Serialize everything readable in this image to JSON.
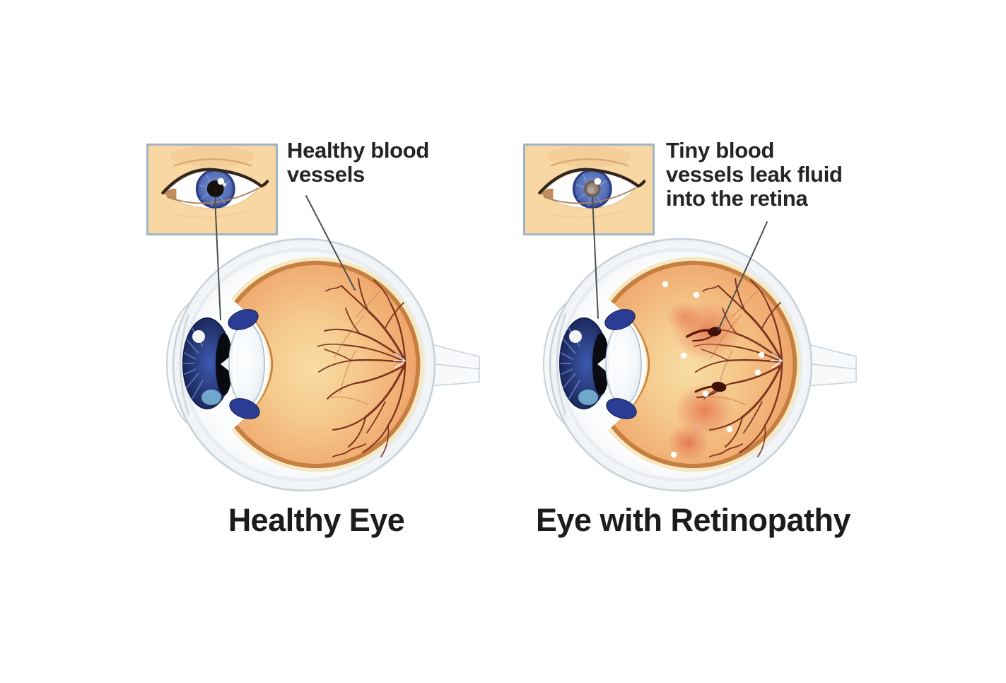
{
  "healthy": {
    "annotation": "Healthy blood\nvessels",
    "caption": "Healthy Eye"
  },
  "retinopathy": {
    "annotation": "Tiny blood\nvessels leak fluid\ninto the retina",
    "caption": "Eye with Retinopathy"
  },
  "palette": {
    "background": "#ffffff",
    "text": "#242424",
    "inset_skin": "#f8d7a2",
    "inset_border": "#9fb4c7",
    "sclera_outline": "#c9d1d9",
    "retina_orange": "#efa76d",
    "retina_rim": "#c67f41",
    "retina_cream_line": "#f6e9c2",
    "vessel_brown": "#7e341f",
    "iris_navy": "#22306e",
    "iris_blue": "#5570b8",
    "leak_red": "#e0512f",
    "hemorrhage_dark": "#40100a",
    "exudate_white": "#ffffff",
    "pointer_line": "#4f4f4f"
  }
}
